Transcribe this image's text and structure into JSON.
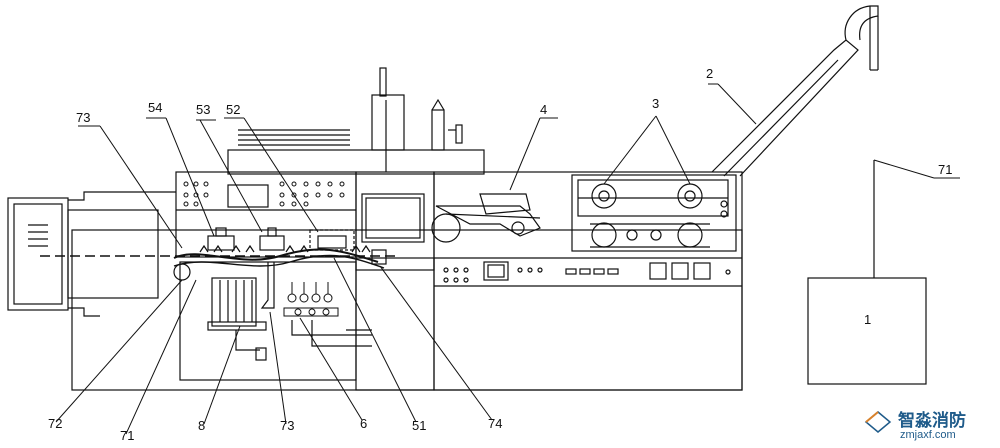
{
  "diagram": {
    "labels": {
      "l1": "1",
      "l2": "2",
      "l3": "3",
      "l4": "4",
      "l6": "6",
      "l8": "8",
      "l51": "51",
      "l52": "52",
      "l53": "53",
      "l54": "54",
      "l71_right": "71",
      "l71_bottom": "71",
      "l72": "72",
      "l73_top": "73",
      "l73_bottom": "73",
      "l74": "74"
    }
  },
  "watermark": {
    "name": "智淼消防",
    "url": "zmjaxf.com"
  }
}
